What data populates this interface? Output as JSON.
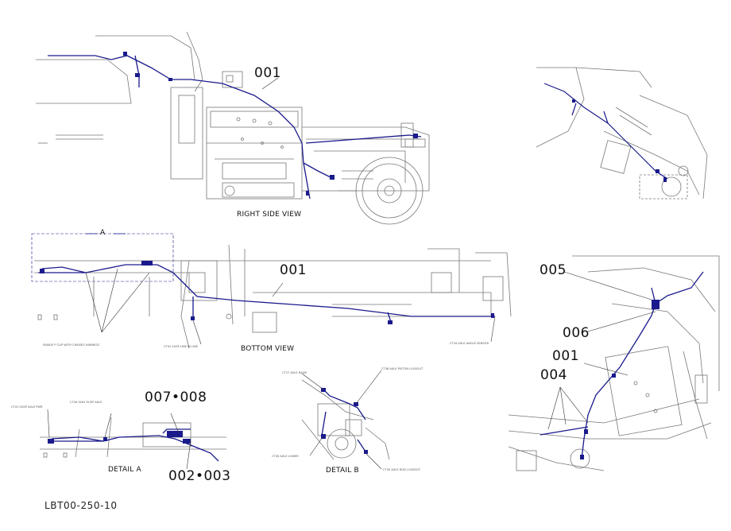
{
  "views": {
    "right_side": {
      "label": "RIGHT SIDE VIEW",
      "callout": "001"
    },
    "bottom": {
      "label": "BOTTOM VIEW",
      "callout": "001",
      "detail_marker": "A",
      "notes": [
        "SWAGE P CLIP WITH CHASSIS HARNESS",
        "CT41 SUSP LINE IN LINE",
        "CT34 AXLE ANGLE SENSOR"
      ]
    },
    "detail_a": {
      "label": "DETAIL  A",
      "callouts": [
        "007•008",
        "002•003"
      ],
      "notes": [
        "CT41 SUSP AXLE PWR",
        "CT40 ONLY SUSP AXLE"
      ]
    },
    "detail_b": {
      "label": "DETAIL  B",
      "notes": [
        "CT27 AXLE RAISE",
        "CT36 AXLE PISTON LOCKOUT",
        "CT26 AXLE LOWER",
        "CT35 AXLE ROD LOCKOUT"
      ]
    },
    "perspective_right": {
      "callouts": [
        "005",
        "006",
        "001",
        "004"
      ]
    }
  },
  "drawing_code": "LBT00-250-10",
  "colors": {
    "harness": "#1a1a8c",
    "line": "#777777",
    "dark": "#222222",
    "callout_line": "#333333"
  }
}
